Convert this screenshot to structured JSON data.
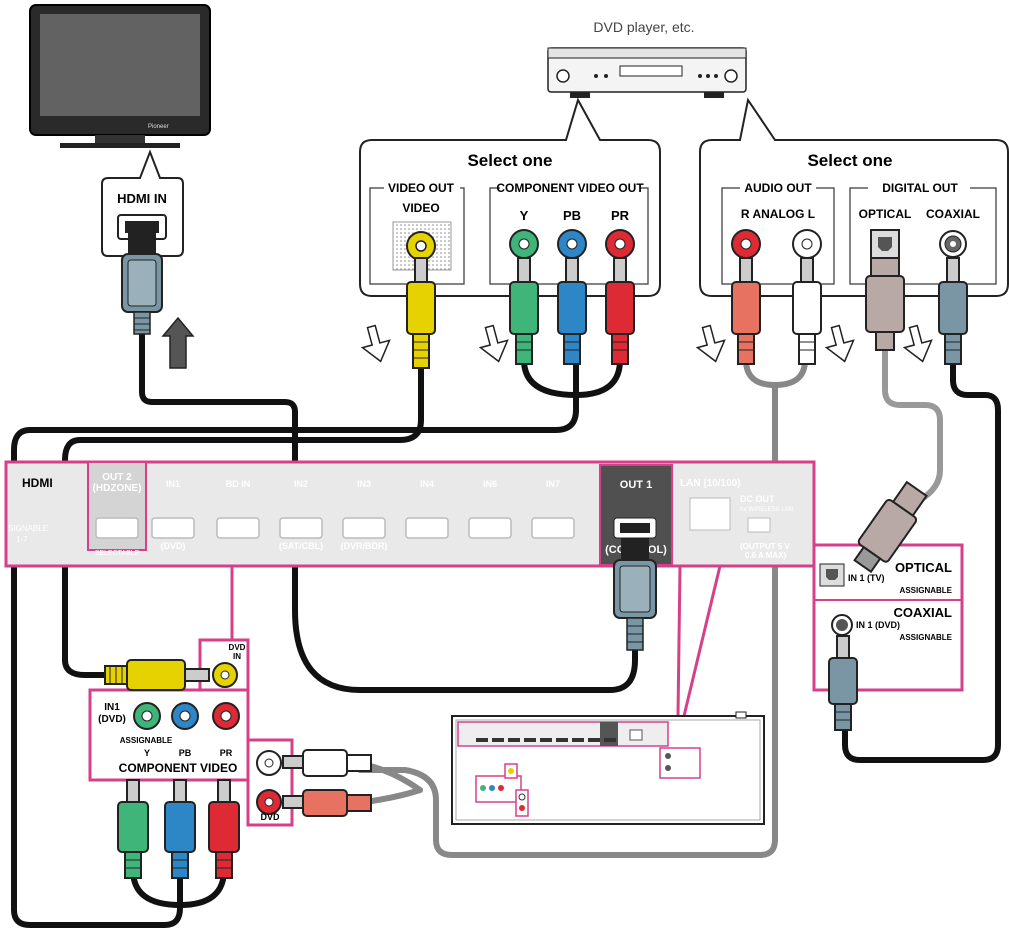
{
  "tv": {
    "brand": "Pioneer"
  },
  "dvd_player": {
    "label": "DVD player, etc."
  },
  "tv_input": {
    "label": "HDMI IN"
  },
  "bubble_video": {
    "title": "Select one",
    "video_out_group": "VIDEO OUT",
    "video_label": "VIDEO",
    "component_group": "COMPONENT VIDEO OUT",
    "y": "Y",
    "pb": "PB",
    "pr": "PR"
  },
  "bubble_audio": {
    "title": "Select one",
    "audio_group": "AUDIO OUT",
    "analog_label": "R  ANALOG  L",
    "digital_group": "DIGITAL OUT",
    "optical": "OPTICAL",
    "coaxial": "COAXIAL"
  },
  "receiver_hdmi": {
    "hdmi": "HDMI",
    "out2": "OUT 2",
    "hdzone": "(HDZONE)",
    "signable": "SIGNABLE",
    "range": "1-7",
    "selectable": "SELECTABLE",
    "in1": "IN1",
    "in1_sub": "(DVD)",
    "bdin": "BD IN",
    "in2": "IN2",
    "in2_sub": "(SAT/CBL)",
    "in3": "IN3",
    "in3_sub": "(DVR/BDR)",
    "in4": "IN4",
    "in6": "IN6",
    "in7": "IN7",
    "out1": "OUT 1",
    "control": "(CONTROL)",
    "lan": "LAN (10/100)",
    "dc_out": "DC OUT",
    "dc_sub": "for WIRELESS LAN",
    "output": "(OUTPUT 5 V",
    "output2": "0.6 A MAX)"
  },
  "receiver_digital": {
    "optical": "OPTICAL",
    "optical_in": "IN 1 (TV)",
    "optical_assign": "ASSIGNABLE",
    "coaxial": "COAXIAL",
    "coaxial_in": "IN 1 (DVD)",
    "coaxial_assign": "ASSIGNABLE"
  },
  "receiver_video": {
    "dvd_in": "DVD",
    "dvd_in2": "IN",
    "in1": "IN1",
    "in1_sub": "(DVD)",
    "assignable": "ASSIGNABLE",
    "y": "Y",
    "pb": "PB",
    "pr": "PR",
    "component": "COMPONENT  VIDEO",
    "dvd_audio": "DVD"
  },
  "colors": {
    "pink": "#d6408a",
    "yellow": "#e6d200",
    "green": "#3fb57a",
    "blue": "#2d86c6",
    "red": "#dd2a35",
    "salmon": "#e87262",
    "gray_cable": "#7a96a4",
    "optical_cable": "#b8a9a6"
  }
}
